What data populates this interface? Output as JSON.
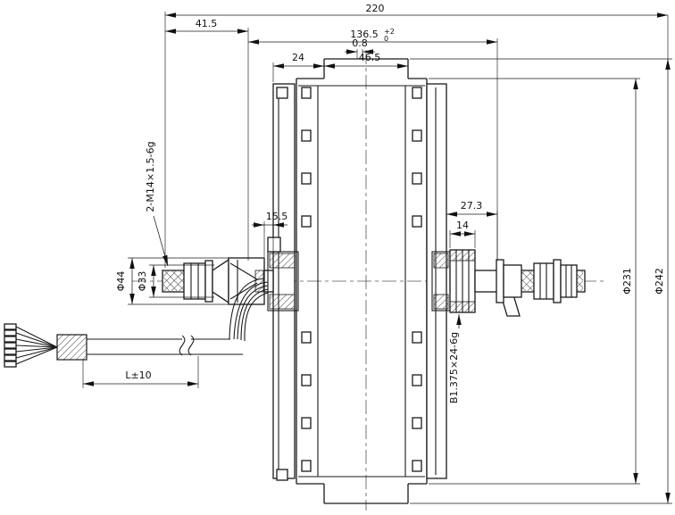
{
  "drawing": {
    "type": "engineering-drawing",
    "subject": "hub-motor-cross-section",
    "colors": {
      "line": "#1a1a1a",
      "background": "#ffffff",
      "centerline": "#555555"
    },
    "dims": {
      "overall": "220",
      "left_offset": "41.5",
      "old": "136.5",
      "old_tol_plus": "+2",
      "old_tol_min": "0",
      "step": "0.8",
      "flange_offset": "24",
      "band_width": "46.5",
      "hub_step": "15.5",
      "right_offset": "27.3",
      "freewheel_width": "14",
      "axle_thread": "2-M14×1.5-6g",
      "cap_dia": "Φ44",
      "cone_dia": "Φ33",
      "freewheel_thread": "B1.375×24-6g",
      "shell_dia": "Φ231",
      "outer_dia": "Φ242",
      "cable_length": "L±10"
    }
  }
}
